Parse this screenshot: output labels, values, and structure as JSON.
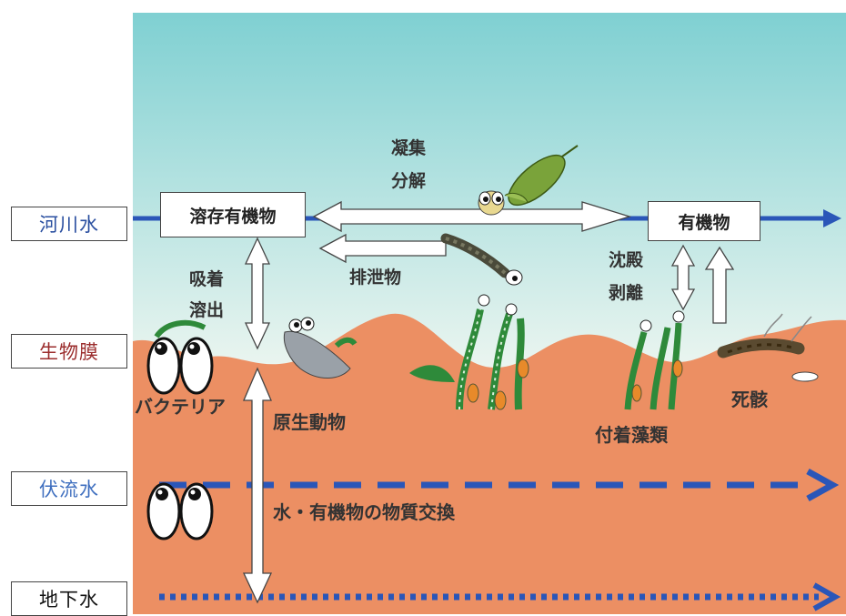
{
  "side_labels": {
    "river_water": "河川水",
    "biofilm": "生物膜",
    "hyporheic_water": "伏流水",
    "groundwater": "地下水"
  },
  "colors": {
    "river_water_text": "#2a4fa0",
    "biofilm_text": "#9b2d2d",
    "hyporheic_text": "#3f6fbf",
    "groundwater_text": "#111111",
    "sky_top": "#7fd0d2",
    "sky_bottom": "#f2f7f1",
    "sediment": "#ec8f63",
    "flow_arrow": "#2a56b8"
  },
  "boxes": {
    "dissolved_organic": "溶存有機物",
    "organic_matter": "有機物"
  },
  "labels": {
    "aggregation": "凝集",
    "decomposition": "分解",
    "excretion": "排泄物",
    "adsorption": "吸着",
    "elution": "溶出",
    "sedimentation": "沈殿",
    "detachment": "剥離",
    "bacteria": "バクテリア",
    "protozoa": "原生動物",
    "attached_algae": "付着藻類",
    "carcass": "死骸",
    "exchange": "水・有機物の物質交換"
  }
}
